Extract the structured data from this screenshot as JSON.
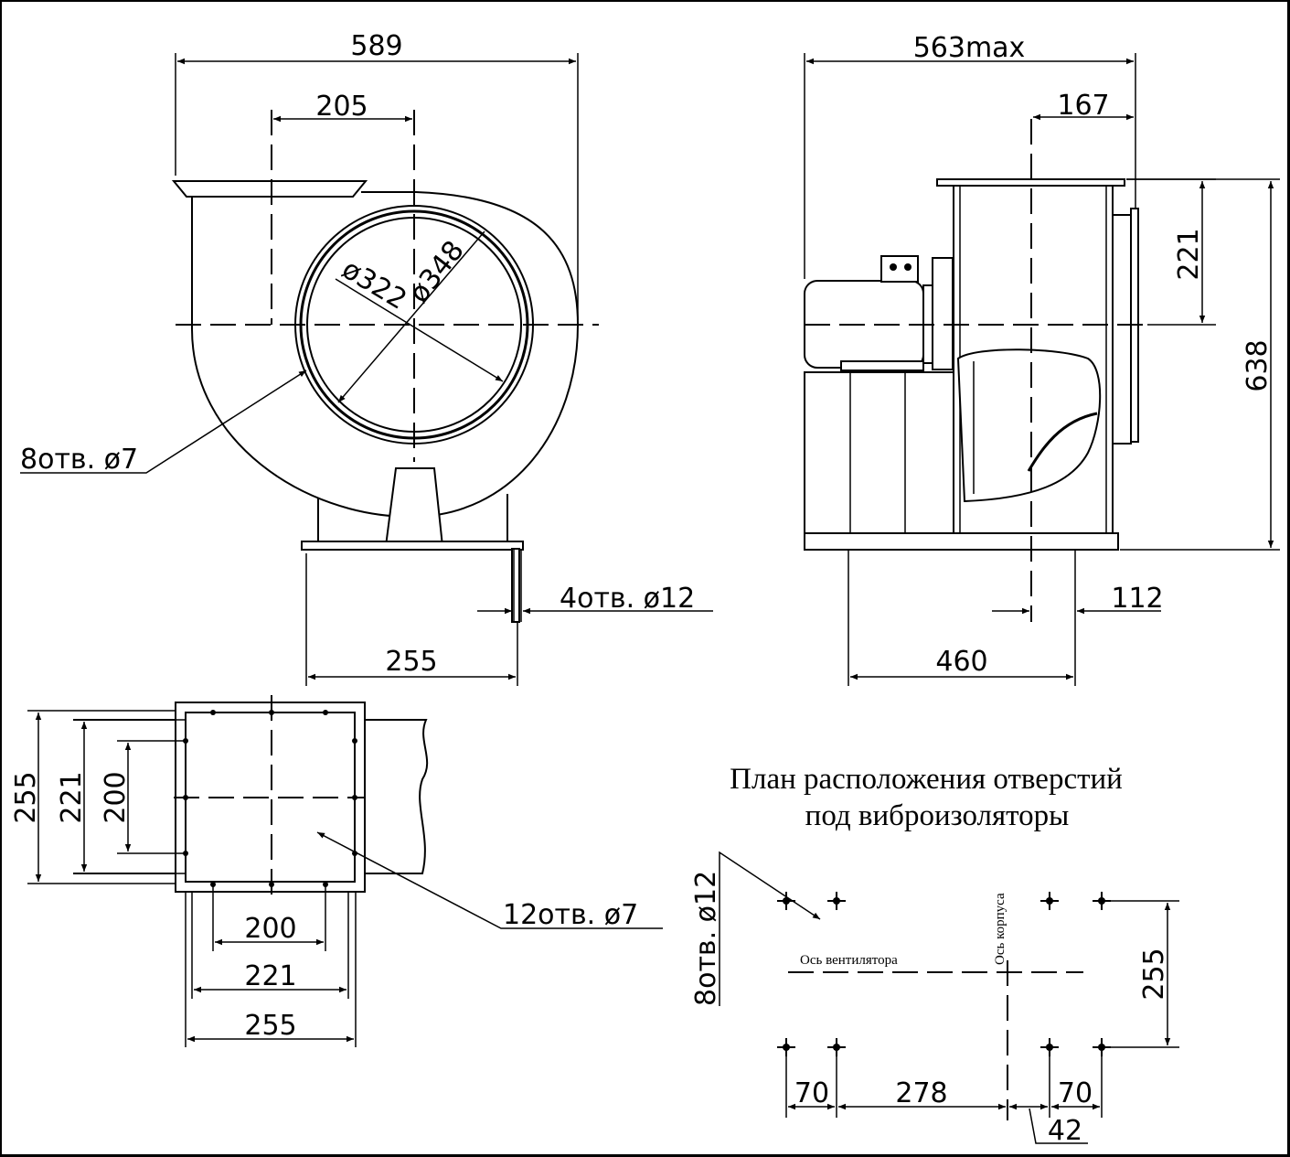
{
  "colors": {
    "background": "#ffffff",
    "ink": "#000000",
    "frame": "#000000"
  },
  "front_view": {
    "overall_width": "589",
    "inlet_offset": "205",
    "inner_diameter": "ø322",
    "outer_diameter": "ø348",
    "inlet_holes": "8отв. ø7",
    "base_holes": "4отв. ø12",
    "base_width": "255"
  },
  "side_view": {
    "overall_length": "563max",
    "outlet_offset": "167",
    "outlet_height": "221",
    "overall_height": "638",
    "base_offset": "112",
    "base_length": "460"
  },
  "flange_view": {
    "outer_v": "255",
    "mid_v": "221",
    "inner_v": "200",
    "inner_h": "200",
    "mid_h": "221",
    "outer_h": "255",
    "holes": "12отв. ø7"
  },
  "hole_plan": {
    "title_line1": "План расположения отверстий",
    "title_line2": "под виброизоляторы",
    "holes": "8отв. ø12",
    "fan_axis": "Ось вентилятора",
    "body_axis": "Ось корпуса",
    "spacing_v": "255",
    "spacing_left": "70",
    "spacing_mid": "278",
    "spacing_right": "70",
    "axis_offset": "42"
  }
}
